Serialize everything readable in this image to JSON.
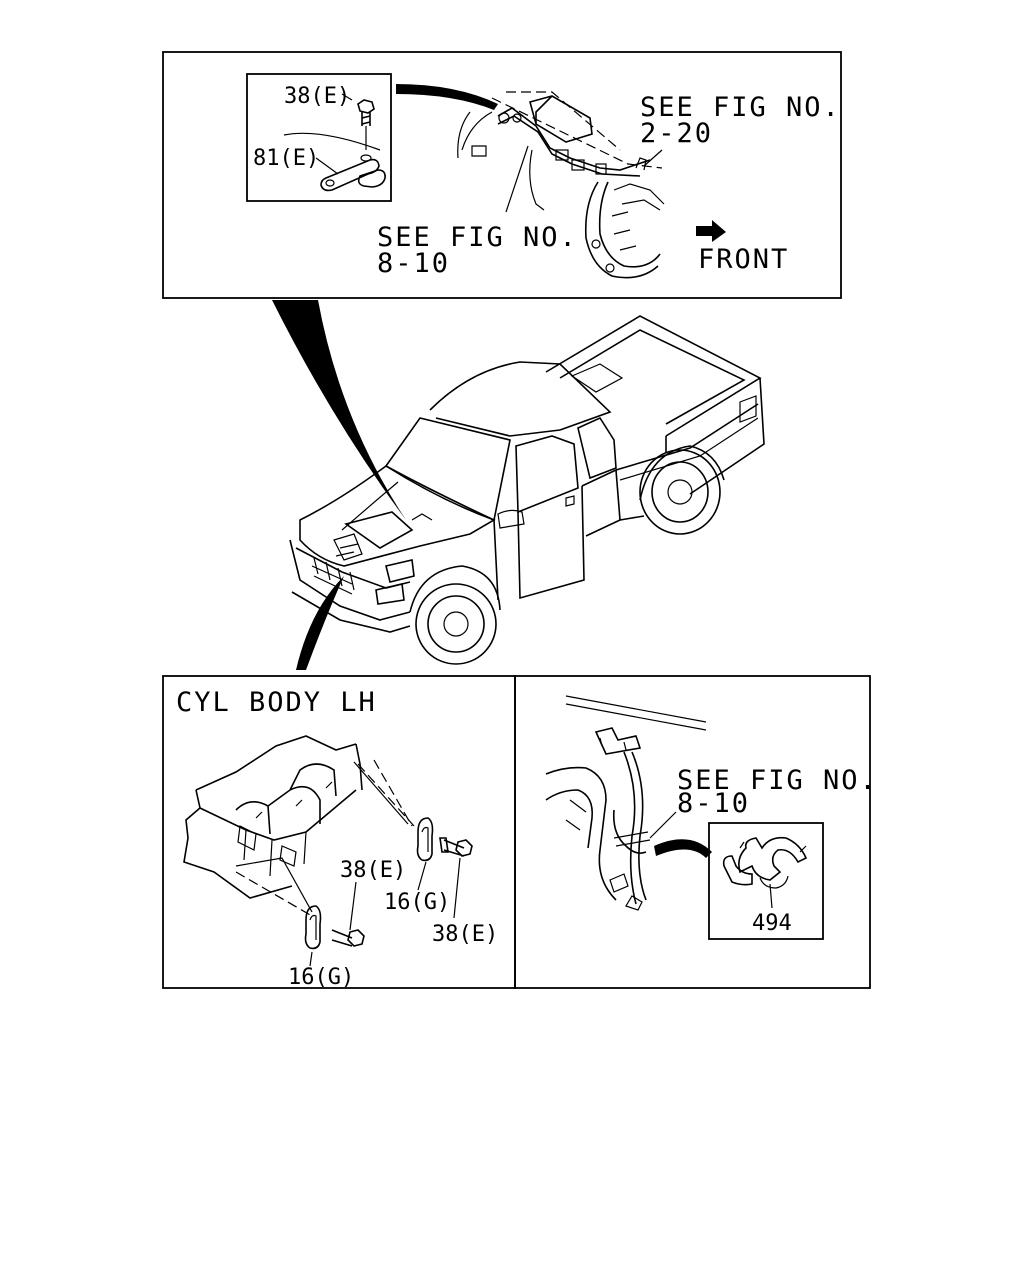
{
  "top_panel": {
    "inset_labels": {
      "bolt": "38(E)",
      "bracket": "81(E)"
    },
    "see_fig_right": {
      "line1": "SEE FIG NO.",
      "line2": "2-20"
    },
    "see_fig_left": {
      "line1": "SEE FIG NO.",
      "line2": "8-10"
    },
    "front_label": "FRONT"
  },
  "bottom_left_panel": {
    "title": "CYL BODY LH",
    "callouts": {
      "bolt_center": "38(E)",
      "clip_right": "16(G)",
      "bolt_right": "38(E)",
      "clip_bottom": "16(G)"
    }
  },
  "bottom_right_panel": {
    "see_fig": {
      "line1": "SEE FIG NO.",
      "line2": "8-10"
    },
    "clip_part": "494"
  }
}
